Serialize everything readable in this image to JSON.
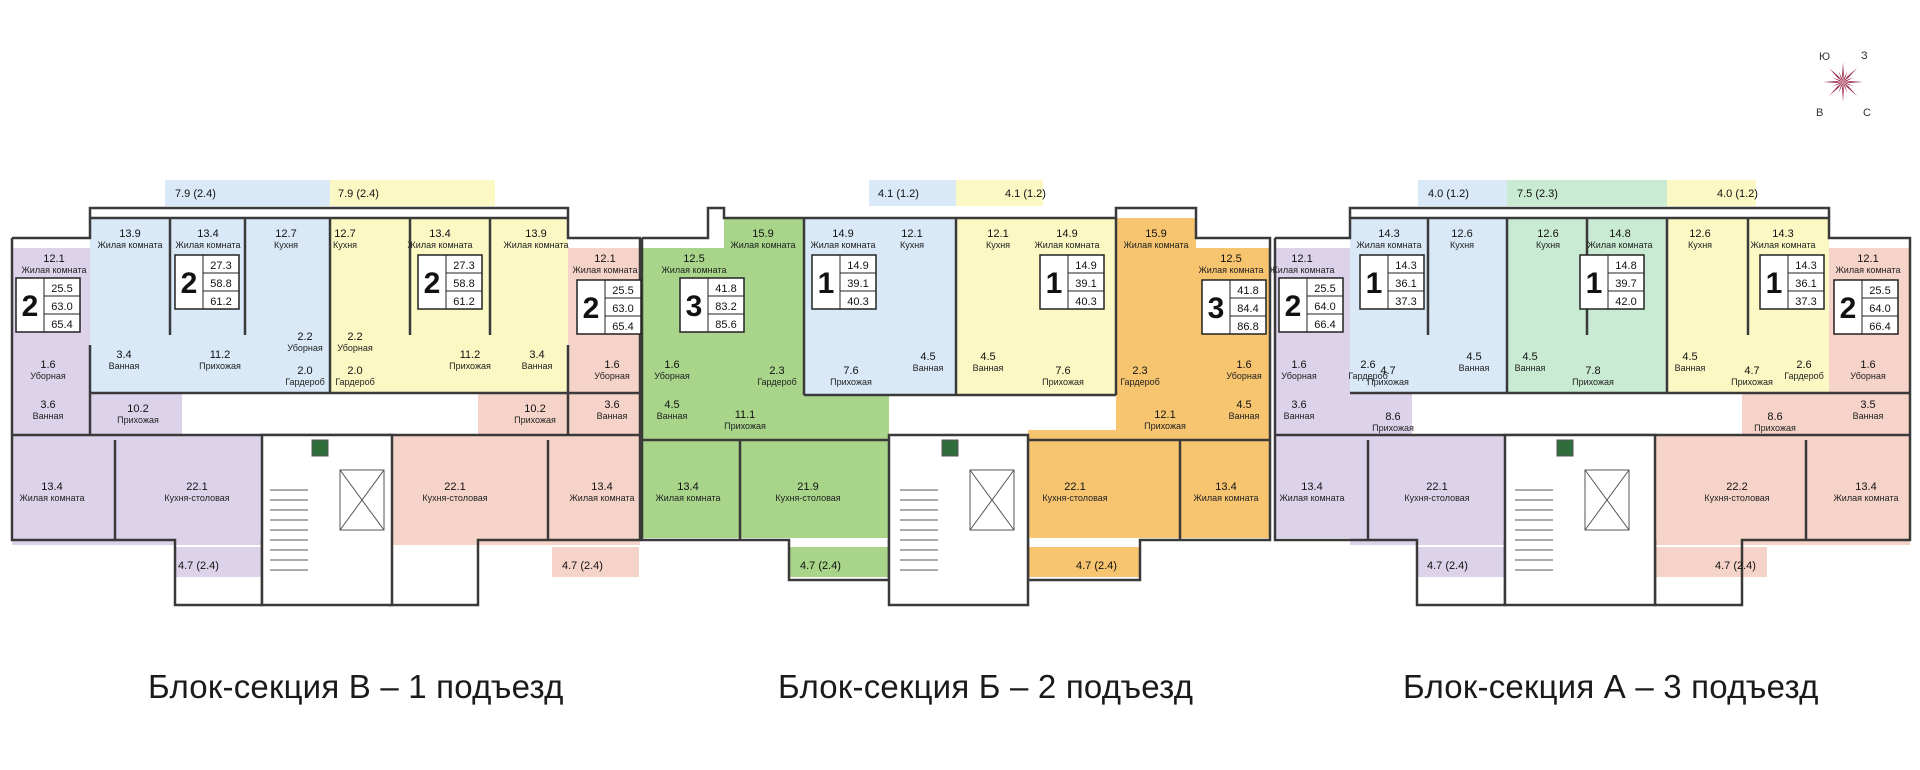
{
  "colors": {
    "blue": "#d9e9f7",
    "yellow": "#fbf8c3",
    "lilac": "#dcd3ea",
    "salmon": "#f6d3c8",
    "green": "#a8d589",
    "orange": "#f7c56f",
    "mint": "#c9ead3",
    "wall": "#3a3a3a",
    "compass": "#9a2447"
  },
  "compass": {
    "n": "Ю",
    "e": "З",
    "s": "С",
    "w": "В"
  },
  "captions": {
    "b1": "Блок-секция В – 1 подъезд",
    "b2": "Блок-секция Б – 2 подъезд",
    "b3": "Блок-секция А  – 3 подъезд"
  },
  "balconies": [
    {
      "label": "7.9 (2.4)"
    },
    {
      "label": "7.9 (2.4)"
    },
    {
      "label": "4.1 (1.2)"
    },
    {
      "label": "4.1 (1.2)"
    },
    {
      "label": "4.0 (1.2)"
    },
    {
      "label": "7.5 (2.3)"
    },
    {
      "label": "4.0 (1.2)"
    },
    {
      "label": "4.7 (2.4)"
    },
    {
      "label": "4.7 (2.4)"
    },
    {
      "label": "4.7 (2.4)"
    },
    {
      "label": "4.7 (2.4)"
    },
    {
      "label": "4.7 (2.4)"
    },
    {
      "label": "4.7 (2.4)"
    }
  ],
  "apartments": [
    {
      "rooms": "2",
      "v1": "25.5",
      "v2": "63.0",
      "v3": "65.4"
    },
    {
      "rooms": "2",
      "v1": "27.3",
      "v2": "58.8",
      "v3": "61.2"
    },
    {
      "rooms": "2",
      "v1": "27.3",
      "v2": "58.8",
      "v3": "61.2"
    },
    {
      "rooms": "2",
      "v1": "25.5",
      "v2": "63.0",
      "v3": "65.4"
    },
    {
      "rooms": "3",
      "v1": "41.8",
      "v2": "83.2",
      "v3": "85.6"
    },
    {
      "rooms": "1",
      "v1": "14.9",
      "v2": "39.1",
      "v3": "40.3"
    },
    {
      "rooms": "1",
      "v1": "14.9",
      "v2": "39.1",
      "v3": "40.3"
    },
    {
      "rooms": "3",
      "v1": "41.8",
      "v2": "84.4",
      "v3": "86.8"
    },
    {
      "rooms": "2",
      "v1": "25.5",
      "v2": "64.0",
      "v3": "66.4"
    },
    {
      "rooms": "1",
      "v1": "14.3",
      "v2": "36.1",
      "v3": "37.3"
    },
    {
      "rooms": "1",
      "v1": "14.8",
      "v2": "39.7",
      "v3": "42.0"
    },
    {
      "rooms": "1",
      "v1": "14.3",
      "v2": "36.1",
      "v3": "37.3"
    },
    {
      "rooms": "2",
      "v1": "25.5",
      "v2": "64.0",
      "v3": "66.4"
    }
  ],
  "rooms": [
    {
      "area": "12.1",
      "name": "Жилая комната"
    },
    {
      "area": "13.9",
      "name": "Жилая комната"
    },
    {
      "area": "13.4",
      "name": "Жилая комната"
    },
    {
      "area": "12.7",
      "name": "Кухня"
    },
    {
      "area": "1.6",
      "name": "Уборная"
    },
    {
      "area": "3.6",
      "name": "Ванная"
    },
    {
      "area": "3.4",
      "name": "Ванная"
    },
    {
      "area": "11.2",
      "name": "Прихожая"
    },
    {
      "area": "2.2",
      "name": "Уборная"
    },
    {
      "area": "2.0",
      "name": "Гардероб"
    },
    {
      "area": "10.2",
      "name": "Прихожая"
    },
    {
      "area": "13.4",
      "name": "Жилая комната"
    },
    {
      "area": "22.1",
      "name": "Кухня-столовая"
    },
    {
      "area": "12.7",
      "name": "Кухня"
    },
    {
      "area": "13.4",
      "name": "Жилая комната"
    },
    {
      "area": "13.9",
      "name": "Жилая комната"
    },
    {
      "area": "2.2",
      "name": "Уборная"
    },
    {
      "area": "2.0",
      "name": "Гардероб"
    },
    {
      "area": "11.2",
      "name": "Прихожая"
    },
    {
      "area": "3.4",
      "name": "Ванная"
    },
    {
      "area": "12.1",
      "name": "Жилая комната"
    },
    {
      "area": "1.6",
      "name": "Уборная"
    },
    {
      "area": "3.6",
      "name": "Ванная"
    },
    {
      "area": "10.2",
      "name": "Прихожая"
    },
    {
      "area": "22.1",
      "name": "Кухня-столовая"
    },
    {
      "area": "13.4",
      "name": "Жилая комната"
    },
    {
      "area": "12.5",
      "name": "Жилая комната"
    },
    {
      "area": "15.9",
      "name": "Жилая комната"
    },
    {
      "area": "1.6",
      "name": "Уборная"
    },
    {
      "area": "2.3",
      "name": "Гардероб"
    },
    {
      "area": "4.5",
      "name": "Ванная"
    },
    {
      "area": "11.1",
      "name": "Прихожая"
    },
    {
      "area": "13.4",
      "name": "Жилая комната"
    },
    {
      "area": "21.9",
      "name": "Кухня-столовая"
    },
    {
      "area": "14.9",
      "name": "Жилая комната"
    },
    {
      "area": "12.1",
      "name": "Кухня"
    },
    {
      "area": "7.6",
      "name": "Прихожая"
    },
    {
      "area": "4.5",
      "name": "Ванная"
    },
    {
      "area": "12.1",
      "name": "Кухня"
    },
    {
      "area": "14.9",
      "name": "Жилая комната"
    },
    {
      "area": "4.5",
      "name": "Ванная"
    },
    {
      "area": "7.6",
      "name": "Прихожая"
    },
    {
      "area": "15.9",
      "name": "Жилая комната"
    },
    {
      "area": "12.5",
      "name": "Жилая комната"
    },
    {
      "area": "2.3",
      "name": "Гардероб"
    },
    {
      "area": "1.6",
      "name": "Уборная"
    },
    {
      "area": "12.1",
      "name": "Прихожая"
    },
    {
      "area": "4.5",
      "name": "Ванная"
    },
    {
      "area": "22.1",
      "name": "Кухня-столовая"
    },
    {
      "area": "13.4",
      "name": "Жилая комната"
    },
    {
      "area": "12.1",
      "name": "Жилая комната"
    },
    {
      "area": "1.6",
      "name": "Уборная"
    },
    {
      "area": "3.6",
      "name": "Ванная"
    },
    {
      "area": "8.6",
      "name": "Прихожая"
    },
    {
      "area": "13.4",
      "name": "Жилая комната"
    },
    {
      "area": "22.1",
      "name": "Кухня-столовая"
    },
    {
      "area": "14.3",
      "name": "Жилая комната"
    },
    {
      "area": "12.6",
      "name": "Кухня"
    },
    {
      "area": "2.6",
      "name": "Гардероб"
    },
    {
      "area": "4.7",
      "name": "Прихожая"
    },
    {
      "area": "4.5",
      "name": "Ванная"
    },
    {
      "area": "12.6",
      "name": "Кухня"
    },
    {
      "area": "14.8",
      "name": "Жилая комната"
    },
    {
      "area": "4.5",
      "name": "Ванная"
    },
    {
      "area": "7.8",
      "name": "Прихожая"
    },
    {
      "area": "12.6",
      "name": "Кухня"
    },
    {
      "area": "14.3",
      "name": "Жилая комната"
    },
    {
      "area": "4.5",
      "name": "Ванная"
    },
    {
      "area": "4.7",
      "name": "Прихожая"
    },
    {
      "area": "2.6",
      "name": "Гардероб"
    },
    {
      "area": "12.1",
      "name": "Жилая комната"
    },
    {
      "area": "1.6",
      "name": "Уборная"
    },
    {
      "area": "3.5",
      "name": "Ванная"
    },
    {
      "area": "8.6",
      "name": "Прихожая"
    },
    {
      "area": "22.2",
      "name": "Кухня-столовая"
    },
    {
      "area": "13.4",
      "name": "Жилая комната"
    }
  ]
}
